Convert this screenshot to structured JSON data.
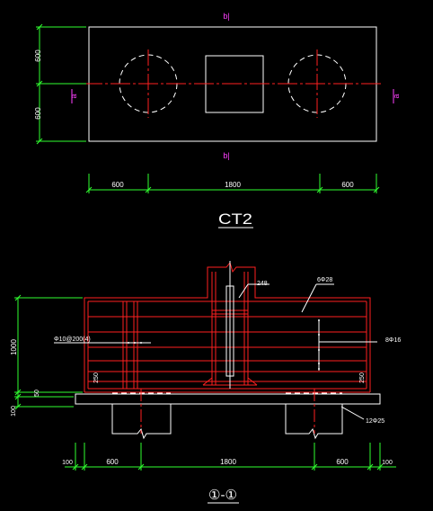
{
  "colors": {
    "background": "#000000",
    "outline": "#ffffff",
    "centerline": "#ff2020",
    "dimension": "#30ff30",
    "rebar": "#ff2020",
    "section_mark": "#ff40ff",
    "text": "#ffffff"
  },
  "plan": {
    "section_mark_top": "b|",
    "section_mark_bottom": "b|",
    "section_mark_left": "a",
    "section_mark_right": "a",
    "dim_left_top": "600",
    "dim_left_bottom": "600",
    "dim_bottom_left": "600",
    "dim_bottom_mid": "1800",
    "dim_bottom_right": "600",
    "title": "CT2"
  },
  "section": {
    "col_label": "248",
    "top_bar_label": "6Φ28",
    "stirrup_label": "Φ10@200(4)",
    "side_bar_label": "8Φ16",
    "cover_left": "250",
    "cover_right": "250",
    "pile_label": "12Φ25",
    "dim_height": "1000",
    "dim_50": "50",
    "dim_100": "100",
    "dim_b_100_left": "100",
    "dim_b_600_left": "600",
    "dim_b_1800": "1800",
    "dim_b_600_right": "600",
    "dim_b_100_right": "100",
    "title": "①-①"
  }
}
